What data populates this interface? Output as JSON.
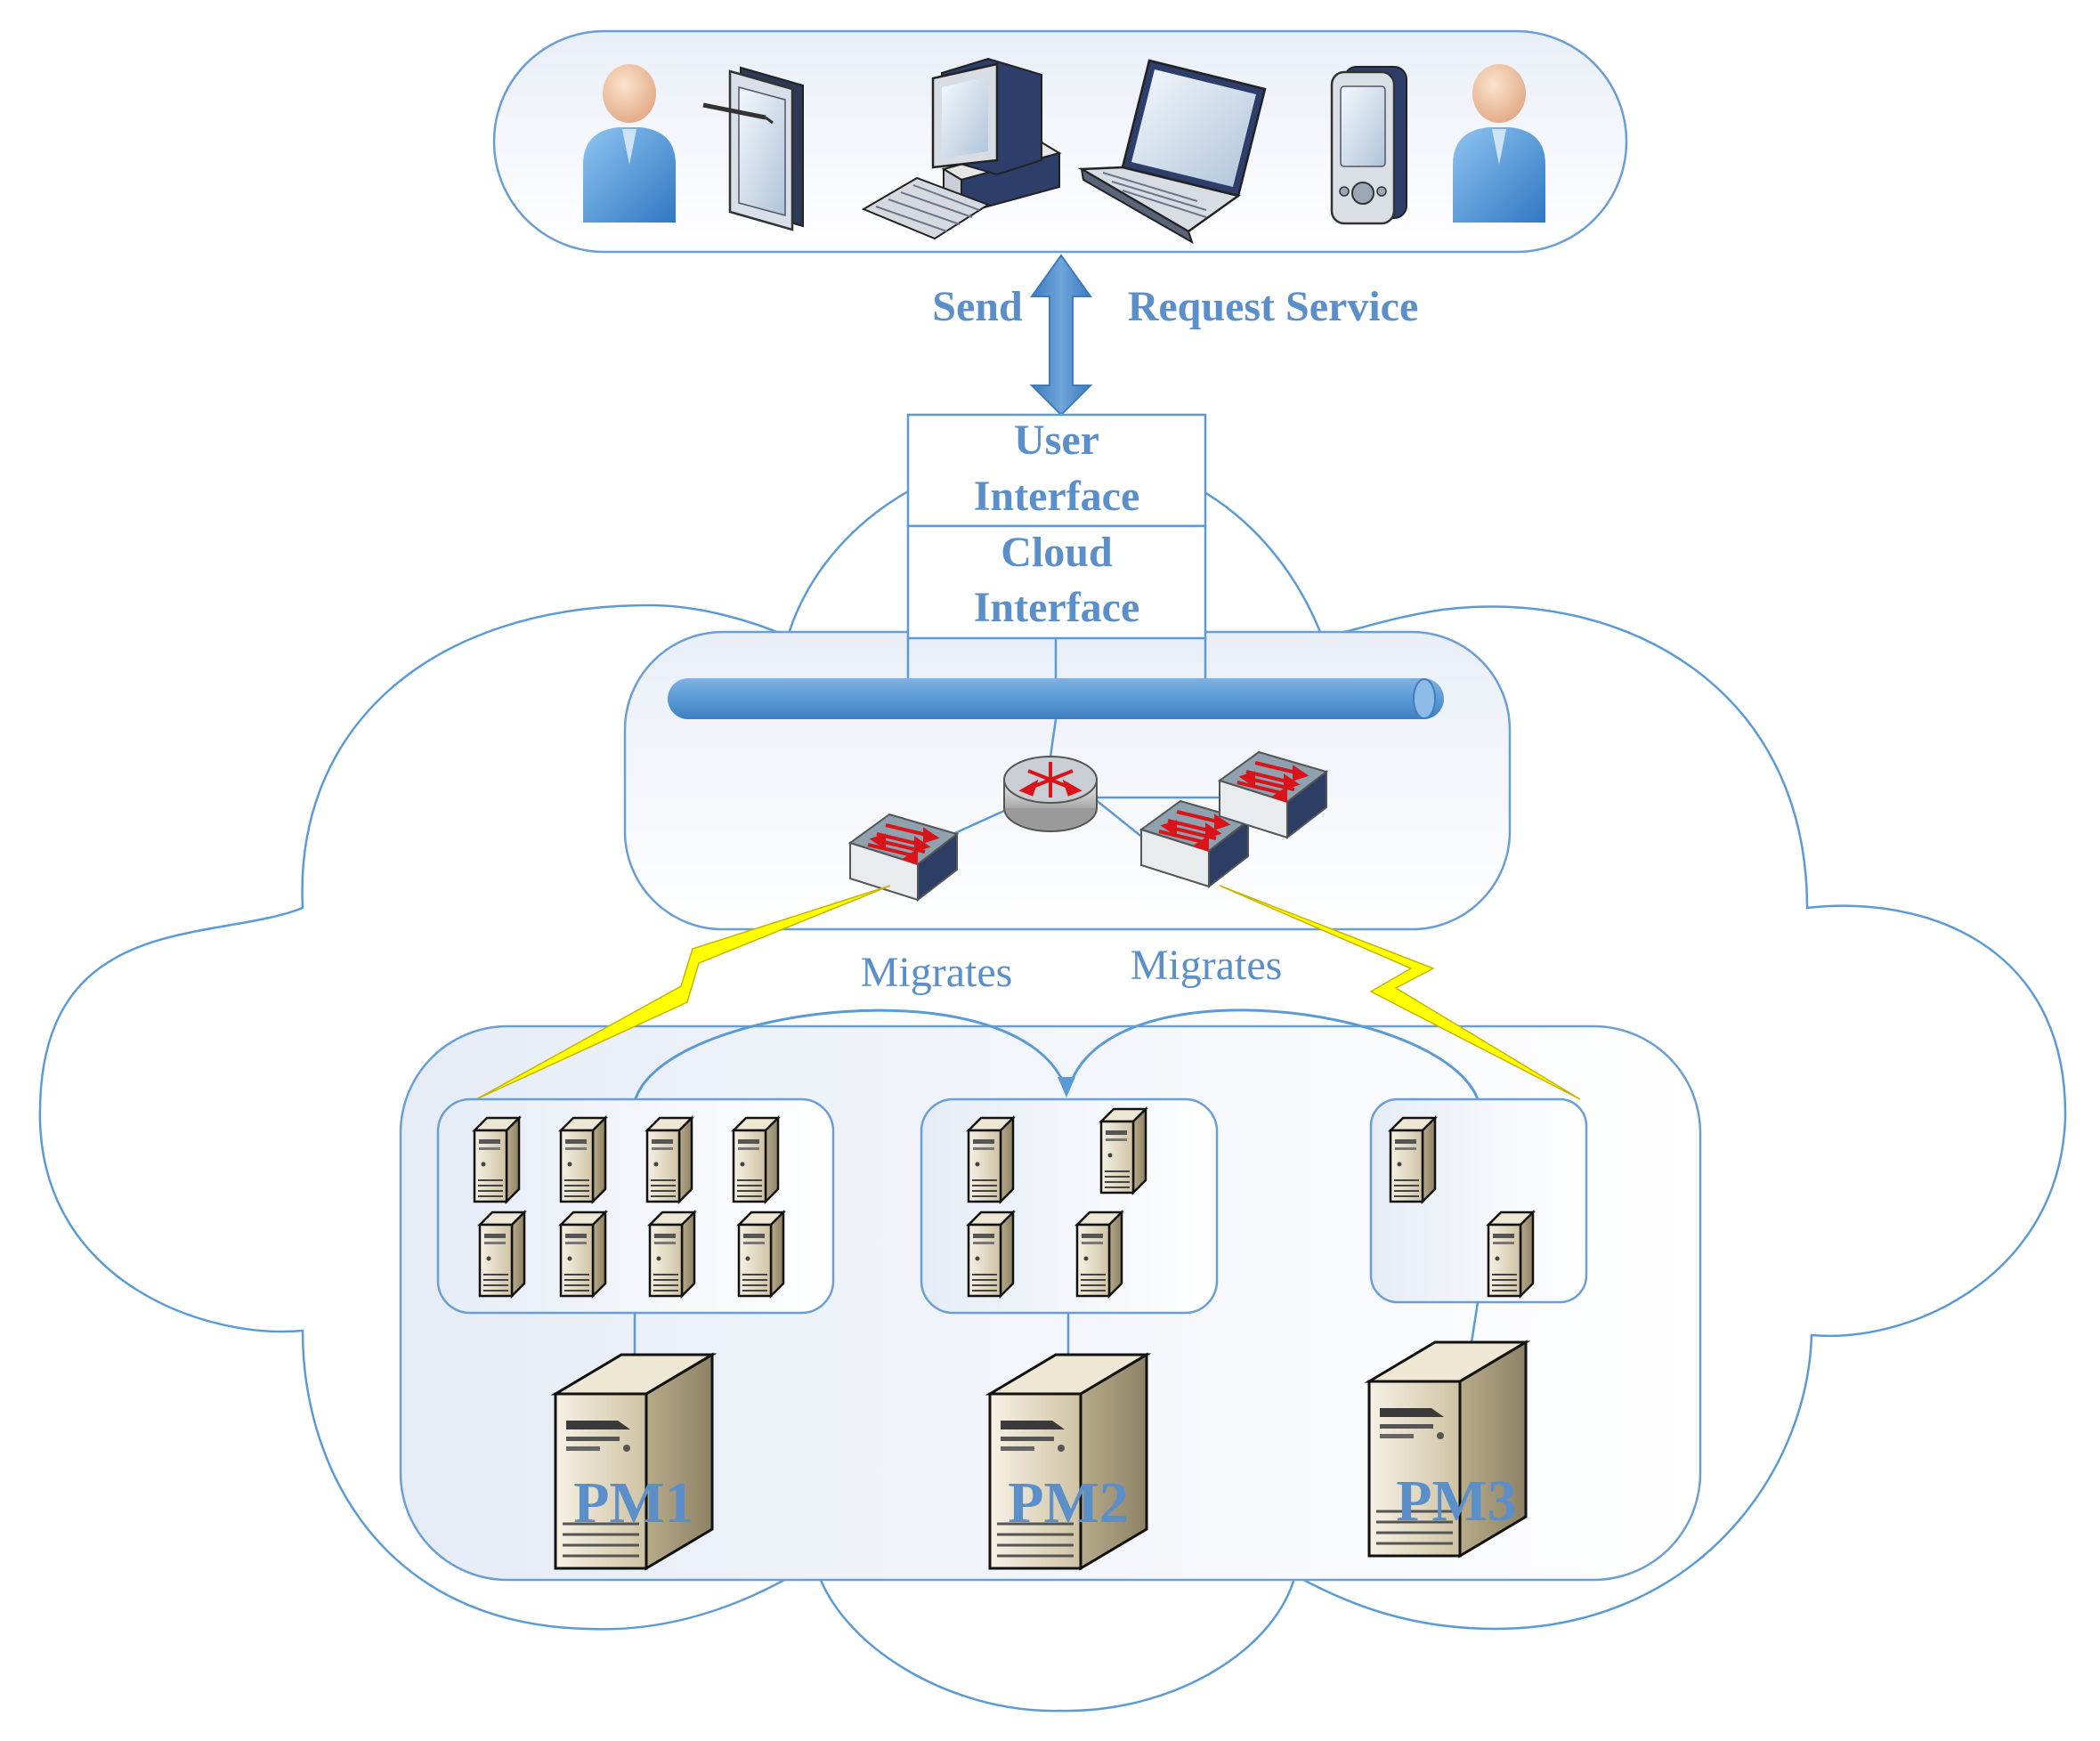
{
  "labels": {
    "send": "Send",
    "request_service": "Request Service",
    "user_interface_line1": "User",
    "user_interface_line2": "Interface",
    "cloud_interface_line1": "Cloud",
    "cloud_interface_line2": "Interface",
    "migrates_left": "Migrates",
    "migrates_right": "Migrates"
  },
  "physical_machines": [
    {
      "label": "PM1",
      "vm_count": 8
    },
    {
      "label": "PM2",
      "vm_count": 4
    },
    {
      "label": "PM3",
      "vm_count": 2
    }
  ],
  "client_devices": [
    "user-icon",
    "tablet-icon",
    "desktop-computer-icon",
    "laptop-icon",
    "pda-icon",
    "user-icon"
  ],
  "network_devices": [
    "router-icon",
    "switch-icon",
    "switch-icon",
    "switch-icon"
  ],
  "colors": {
    "accent_blue": "#5B8FC9",
    "outline_blue": "#6A9FD4",
    "bus_blue": "#5B9BD5",
    "lightning_yellow": "#FFFF00",
    "server_beige": "#D9CDB0"
  }
}
